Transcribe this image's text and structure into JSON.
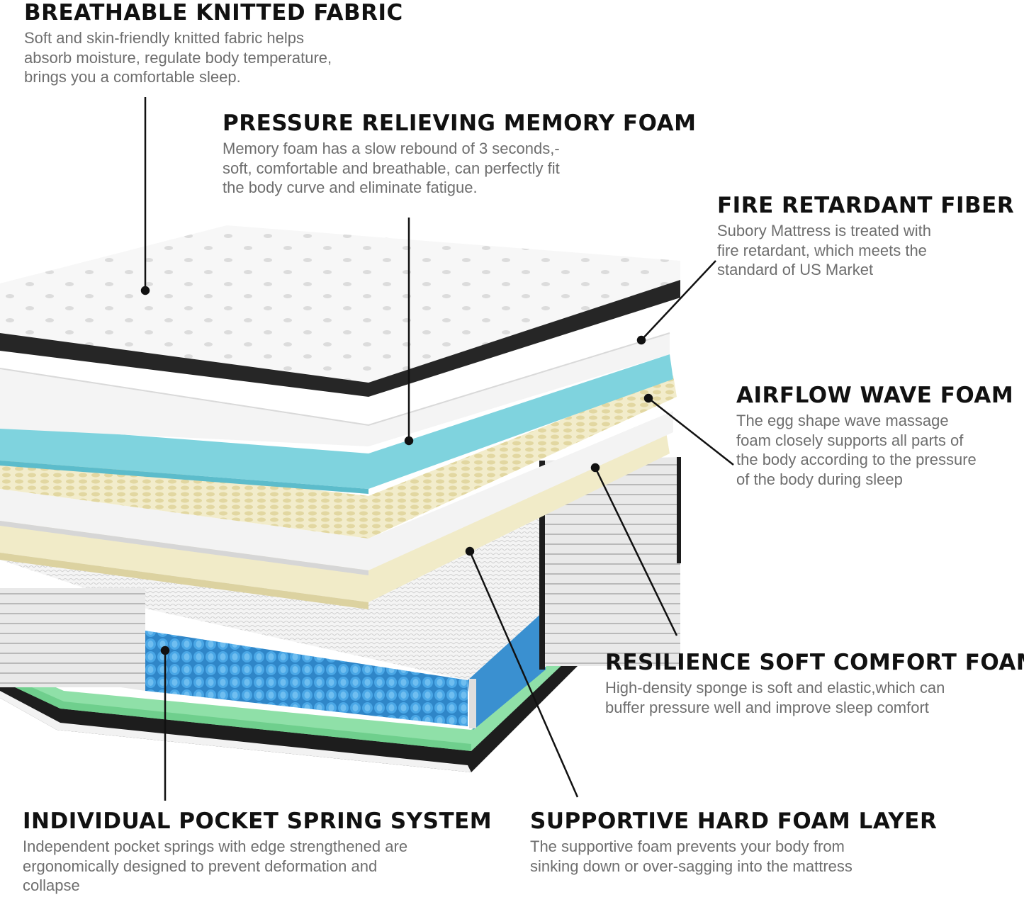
{
  "callouts": {
    "breathable": {
      "title": "BREATHABLE KNITTED FABRIC",
      "text": "Soft and skin-friendly knitted fabric helps\nabsorb moisture, regulate body temperature,\nbrings you a comfortable sleep."
    },
    "memory_foam": {
      "title": "PRESSURE RELIEVING MEMORY FOAM",
      "text": "Memory foam has a slow rebound of 3 seconds,-\nsoft, comfortable and breathable, can perfectly fit\nthe body curve and eliminate fatigue."
    },
    "fire_retardant": {
      "title": "FIRE RETARDANT FIBER",
      "text": "Subory Mattress is treated with\nfire retardant, which meets the\nstandard of US Market"
    },
    "airflow": {
      "title": "AIRFLOW WAVE FOAM",
      "text": "The egg shape wave massage\nfoam closely supports all parts of\nthe body according to the pressure\nof the body during sleep"
    },
    "resilience": {
      "title": "RESILIENCE SOFT COMFORT FOAM",
      "text": "High-density sponge is soft and elastic,which can\nbuffer pressure well and improve sleep comfort"
    },
    "pocket_spring": {
      "title": "INDIVIDUAL POCKET SPRING SYSTEM",
      "text": "Independent pocket springs with edge strengthened are\nergonomically designed to prevent deformation and\ncollapse"
    },
    "hard_foam": {
      "title": "SUPPORTIVE HARD FOAM LAYER",
      "text": "The supportive foam prevents your body from\nsinking down or over-sagging into the mattress"
    }
  },
  "colors": {
    "memory_foam": "#7fd3de",
    "wave_foam": "#f2eccb",
    "comfort_foam": "#f1ebc8",
    "springs": "#3f9ad8",
    "support_green": "#8fe0a8",
    "border_black": "#222222",
    "title_text": "#111111",
    "body_text": "#6e6e6e"
  }
}
